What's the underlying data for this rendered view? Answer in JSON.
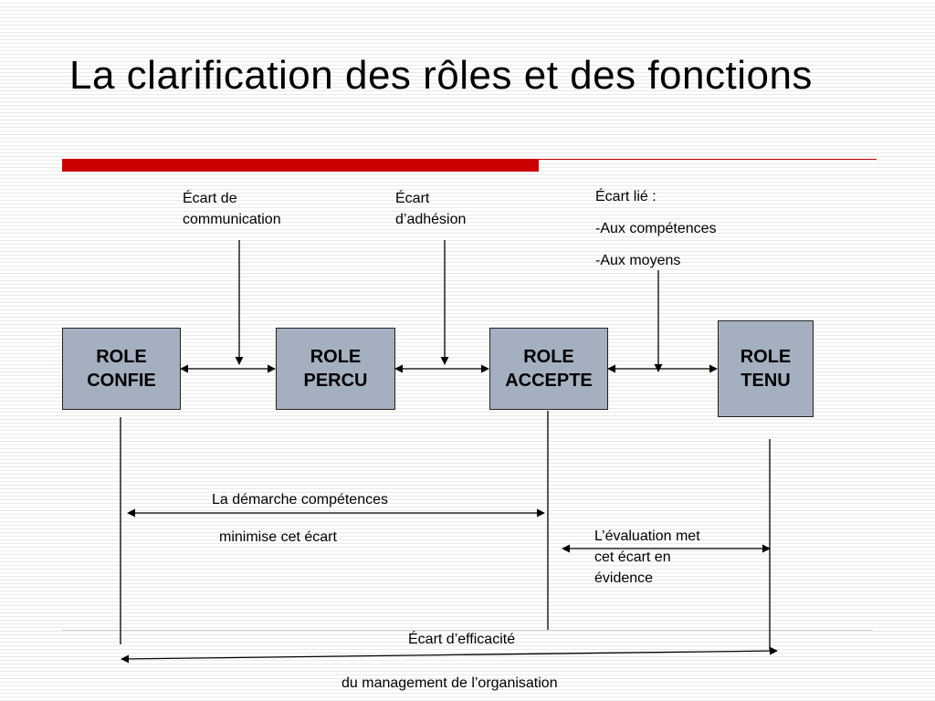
{
  "title": "La clarification des rôles et des fonctions",
  "boxes": [
    {
      "line1": "ROLE",
      "line2": "CONFIE"
    },
    {
      "line1": "ROLE",
      "line2": "PERCU"
    },
    {
      "line1": "ROLE",
      "line2": "ACCEPTE"
    },
    {
      "line1": "ROLE",
      "line2": "TENU"
    }
  ],
  "gaps": {
    "communication": {
      "line1": "Écart de",
      "line2": "communication"
    },
    "adhesion": {
      "line1": "Écart",
      "line2": "d’adhésion"
    },
    "lie": {
      "line1": "Écart lié :",
      "line2": "-Aux compétences",
      "line3": "-Aux moyens"
    }
  },
  "demarche": {
    "line1": "La démarche compétences",
    "line2": "minimise cet écart"
  },
  "evaluation": {
    "line1": "L’évaluation met",
    "line2": "cet écart en",
    "line3": "évidence"
  },
  "efficacite": {
    "line1": "Écart d’efficacité",
    "line2": "du management de l’organisation"
  },
  "colors": {
    "box_fill": "#a4b0c0",
    "accent_red": "#cc0000"
  }
}
